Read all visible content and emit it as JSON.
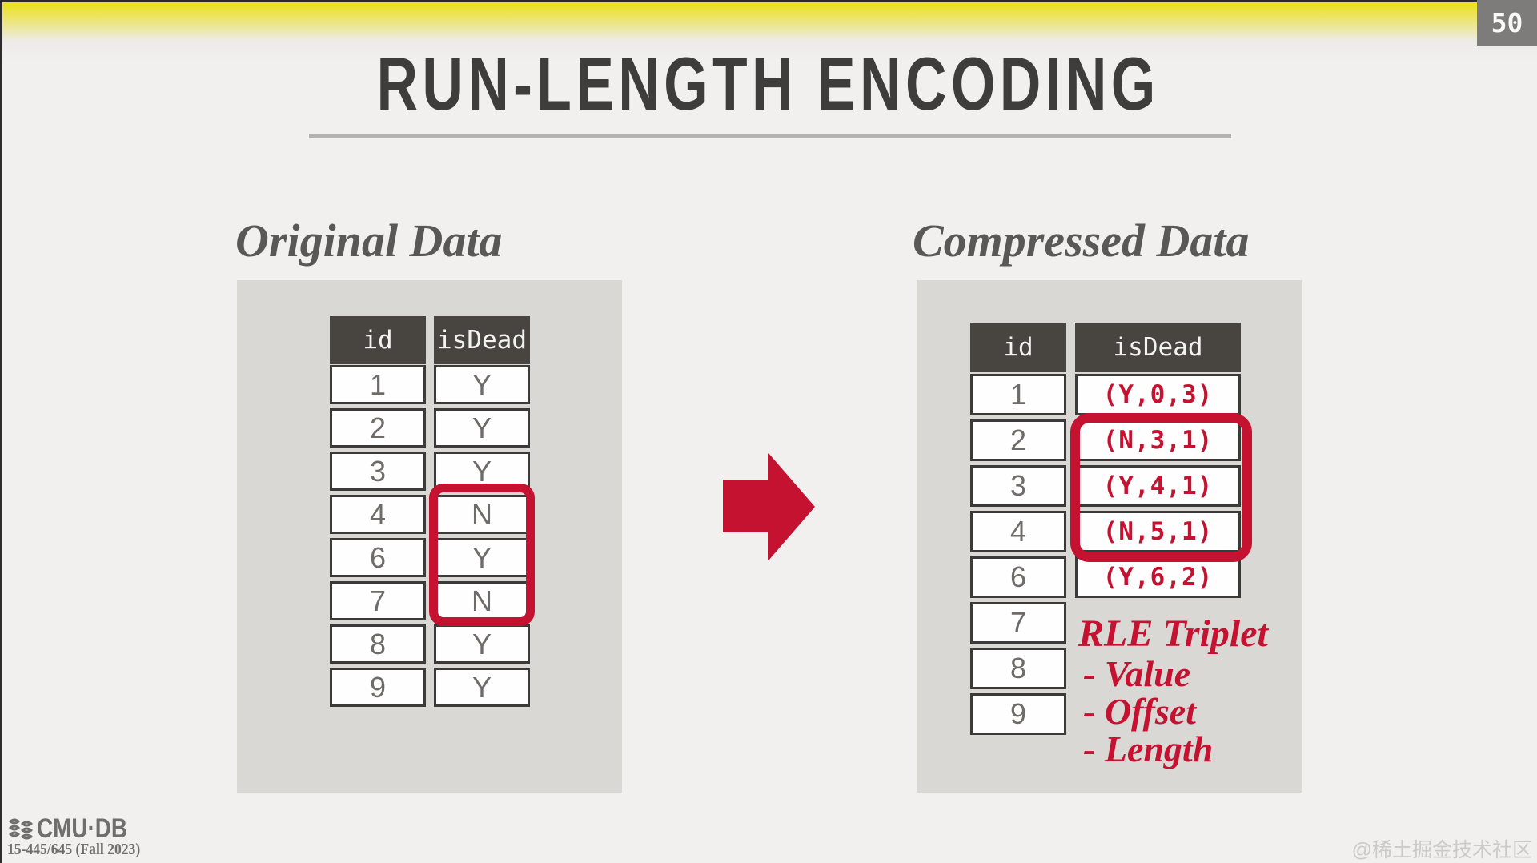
{
  "page": {
    "number": "50"
  },
  "title": {
    "text": "RUN-LENGTH ENCODING"
  },
  "original": {
    "heading": "Original Data",
    "columns": [
      "id",
      "isDead"
    ],
    "ids": [
      "1",
      "2",
      "3",
      "4",
      "6",
      "7",
      "8",
      "9"
    ],
    "flags": [
      "Y",
      "Y",
      "Y",
      "N",
      "Y",
      "N",
      "Y",
      "Y"
    ]
  },
  "compressed": {
    "heading": "Compressed Data",
    "columns": [
      "id",
      "isDead"
    ],
    "ids": [
      "1",
      "2",
      "3",
      "4",
      "6",
      "7",
      "8",
      "9"
    ],
    "triplets": [
      "(Y,0,3)",
      "(N,3,1)",
      "(Y,4,1)",
      "(N,5,1)",
      "(Y,6,2)"
    ]
  },
  "annotation": {
    "title": "RLE Triplet",
    "items": [
      "- Value",
      "- Offset",
      "- Length"
    ]
  },
  "footer": {
    "logo_text": "CMU·DB",
    "course": "15-445/645 (Fall 2023)"
  },
  "watermark": "@稀土掘金技术社区",
  "colors": {
    "accent": "#c41230",
    "table_header_bg": "#484540",
    "panel_bg": "#d9d8d5",
    "background": "#f1f0ef",
    "title_text": "#3e3d3c",
    "page_box_bg": "#7d7c7b"
  }
}
